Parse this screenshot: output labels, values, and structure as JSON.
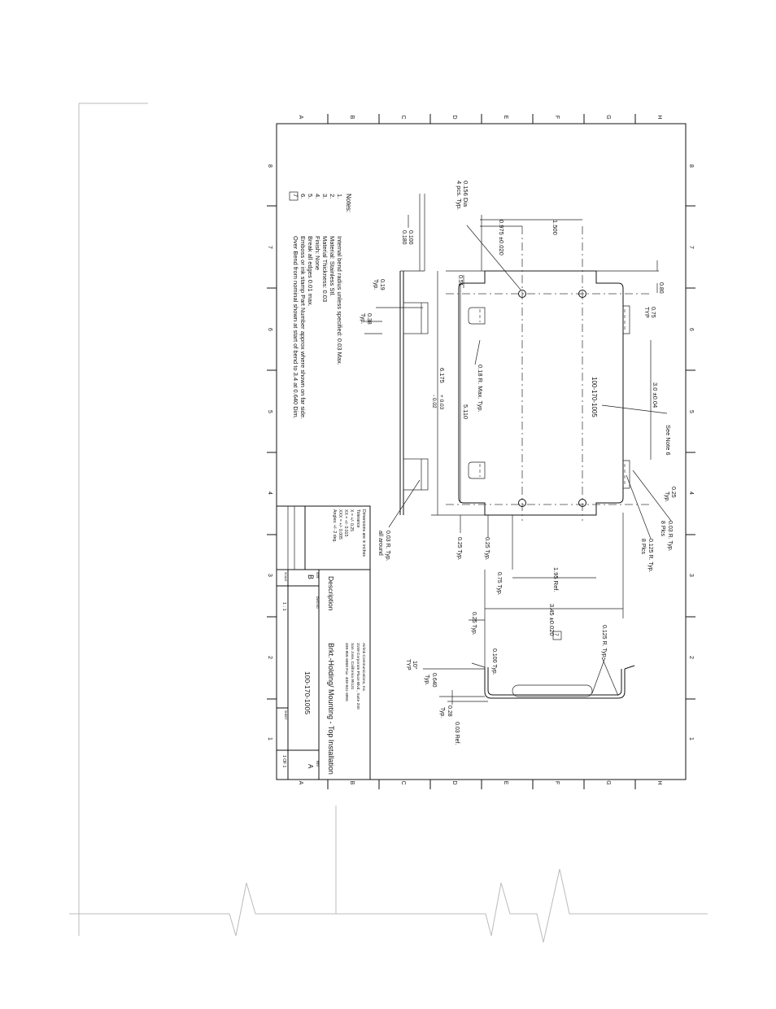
{
  "drawing": {
    "zone_letters": [
      "A",
      "B",
      "C",
      "D",
      "E",
      "F",
      "G",
      "H"
    ],
    "zone_numbers": [
      "8",
      "7",
      "6",
      "5",
      "4",
      "3",
      "2",
      "1"
    ],
    "notes": {
      "heading": "Notes:",
      "items": [
        {
          "num": "1.",
          "text": "Internal bend radius unless specified:  0.03 Max."
        },
        {
          "num": "2.",
          "text": "Material: Stainless Stl."
        },
        {
          "num": "3.",
          "text": "Material Thickness: 0.03"
        },
        {
          "num": "4.",
          "text": "Finish: None"
        },
        {
          "num": "5.",
          "text": "Break all edges 0.01  max."
        },
        {
          "num": "6.",
          "text": "Emboss or ink stamp Part Number approx where shown on far side."
        },
        {
          "num": "7",
          "text": "Over Bend from nominal shown at start of bend to 3.4 at 0.640 Dim."
        }
      ]
    },
    "tolerances": {
      "heading": "Dimensions are in inches",
      "label": "Tolerance",
      "lines": [
        "X = +/- 0.25",
        "XX = +/- 0.015",
        "XXX = +/- 0.005",
        "Angles: +/- 2 deg."
      ]
    },
    "title_block": {
      "company_lines": [
        "Airlink Communications, Inc.",
        "3159 Corporate Place Blvd., Suite 200",
        "San Jose, California 95131",
        "408-955-6868          Fax: 408-941-4955"
      ],
      "description_label": "Description",
      "description": "Brkt.-Holding/ Mounting - Top Installation",
      "size_label": "SIZE",
      "size": "B",
      "drawing_no_label": "DWG NO",
      "drawing_no": "100-170-1005",
      "rev_label": "REV",
      "rev": "A",
      "scale_label": "SCALE",
      "scale": "1 : 1",
      "sheet_label": "SHEET",
      "sheet": "1 OF 1"
    },
    "dims": {
      "hole_dia": "0.156 Dia",
      "hole_pcs": "4 pcs. Typ.",
      "d_0975": "0.975 ±0.020",
      "d_1500": "1.500",
      "d_0100": "0.100",
      "d_0180": "0.180",
      "d_019": "0.19",
      "typ": "Typ.",
      "d_038": "0.38",
      "d_051": "0.51",
      "d_6175": "6.175",
      "tol_plus": "+ 0.03",
      "tol_minus": "- 0.02",
      "d_5110": "5.110",
      "d_018r": "0.18 R. Max. Typ.",
      "part_stamp": "100-170-1005",
      "d_30": "3.0 ±0.04",
      "see_note": "See Note 6",
      "d_080": "0.80",
      "d_075": "0.75",
      "d_075_typ": "TYP",
      "d_025": "0.25",
      "d_025_typ": "Typ.",
      "d_003r": "0.03 R. Typ.",
      "d_8plcs": "8 Plcs",
      "d_0125r": "0.125 R. Typ.",
      "d_8plcs_b": "8 Plcs",
      "d_003r_all": "0.03 R. Typ.",
      "all_around": "all around",
      "d_025_left": "0.25 Typ.",
      "d_025_mid": "0.25 Typ.",
      "d_075_mid": "0.75 Typ.",
      "d_195": "1.95 Ref.",
      "d_345": "3.45 ±0.020",
      "note7": "7",
      "d_0125r_side": "0.125 R. Typ.",
      "d_025_side": "0.25 Typ.",
      "d_0100_side": "0.100 Typ.",
      "d_10deg": "10°",
      "d_10deg_typ": "TYP",
      "d_0640": "0.640",
      "d_0640_typ": "Typ.",
      "d_028": "0.28",
      "d_028_typ": "Typ.",
      "d_003ref": "0.03 Ref."
    }
  }
}
